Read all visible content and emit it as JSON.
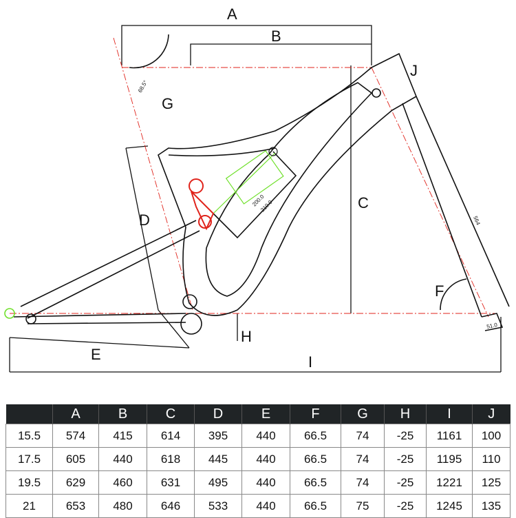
{
  "diagram": {
    "dimension_labels": [
      "A",
      "B",
      "C",
      "D",
      "E",
      "F",
      "G",
      "H",
      "I",
      "J"
    ],
    "annotations": {
      "head_angle": "68.5°",
      "shock_length_1": "200.0",
      "shock_length_2": "210.0",
      "fork_length": "564",
      "fork_offset": "51.0"
    },
    "colors": {
      "linkage": "#e0231b",
      "shock": "#6fe02a",
      "centerline": "#e0231b",
      "frame": "#111111"
    }
  },
  "table": {
    "headers": [
      "",
      "A",
      "B",
      "C",
      "D",
      "E",
      "F",
      "G",
      "H",
      "I",
      "J"
    ],
    "rows": [
      [
        "15.5",
        "574",
        "415",
        "614",
        "395",
        "440",
        "66.5",
        "74",
        "-25",
        "1161",
        "100"
      ],
      [
        "17.5",
        "605",
        "440",
        "618",
        "445",
        "440",
        "66.5",
        "74",
        "-25",
        "1195",
        "110"
      ],
      [
        "19.5",
        "629",
        "460",
        "631",
        "495",
        "440",
        "66.5",
        "74",
        "-25",
        "1221",
        "125"
      ],
      [
        "21",
        "653",
        "480",
        "646",
        "533",
        "440",
        "66.5",
        "75",
        "-25",
        "1245",
        "135"
      ]
    ]
  }
}
